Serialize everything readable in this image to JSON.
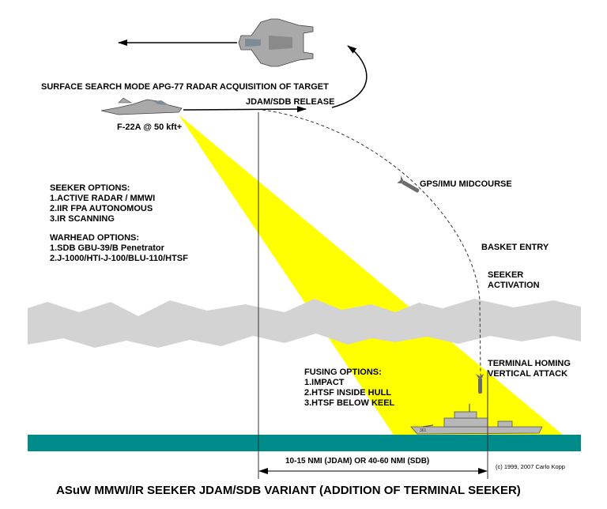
{
  "labels": {
    "radar_acquisition": "SURFACE SEARCH MODE APG-77 RADAR ACQUISITION OF TARGET",
    "release": "JDAM/SDB RELEASE",
    "aircraft": "F-22A @ 50 kft+",
    "midcourse": "GPS/IMU MIDCOURSE",
    "basket_entry": "BASKET ENTRY",
    "seeker_activation": [
      "SEEKER",
      "ACTIVATION"
    ],
    "terminal_homing": [
      "TERMINAL HOMING",
      "VERTICAL ATTACK"
    ],
    "range": "10-15 NMI (JDAM) OR 40-60 NMI (SDB)",
    "copyright": "(c) 1999, 2007 Carlo Kopp",
    "hull_number": "361",
    "caption": "ASuW MMWI/IR SEEKER JDAM/SDB VARIANT (ADDITION OF TERMINAL SEEKER)"
  },
  "seeker_options": {
    "title": "SEEKER OPTIONS:",
    "items": [
      "1.ACTIVE RADAR / MMWI",
      "2.IIR FPA AUTONOMOUS",
      "3.IR SCANNING"
    ]
  },
  "warhead_options": {
    "title": "WARHEAD OPTIONS:",
    "items": [
      "1.SDB GBU-39/B Penetrator",
      "2.J-1000/HTI-J-100/BLU-110/HTSF"
    ]
  },
  "fusing_options": {
    "title": "FUSING OPTIONS:",
    "items": [
      "1.IMPACT",
      "2.HTSF INSIDE HULL",
      "3.HTSF BELOW KEEL"
    ]
  },
  "colors": {
    "beam": "#ffff00",
    "cloud": "#d3d3d3",
    "sea": "#008b8b",
    "aircraft": "#a9a9a9",
    "ship": "#b8b8b8"
  }
}
